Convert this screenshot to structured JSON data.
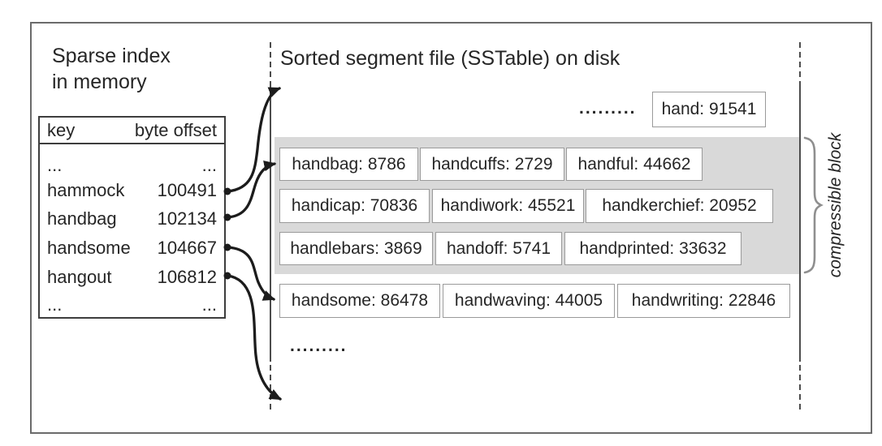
{
  "colors": {
    "text": "#262626",
    "frame_border": "#6b6b6b",
    "table_border": "#3d3d3d",
    "entry_box_border": "#9a9a9a",
    "compressible_block_fill": "#d9d9d9",
    "boundary_line": "#4d4d4d",
    "arrow": "#1c1c1c",
    "brace": "#8f8f8f"
  },
  "index": {
    "title_line1": "Sparse index",
    "title_line2": "in memory",
    "header": {
      "key": "key",
      "offset": "byte offset"
    },
    "rows": [
      {
        "key": "...",
        "offset": "..."
      },
      {
        "key": "hammock",
        "offset": "100491"
      },
      {
        "key": "handbag",
        "offset": "102134"
      },
      {
        "key": "handsome",
        "offset": "104667"
      },
      {
        "key": "hangout",
        "offset": "106812"
      },
      {
        "key": "...",
        "offset": "..."
      }
    ]
  },
  "disk": {
    "title": "Sorted segment file (SSTable) on disk",
    "top_dots": ".........",
    "top_entry": "hand: 91541",
    "block_rows": [
      [
        "handbag: 8786",
        "handcuffs: 2729",
        "handful: 44662"
      ],
      [
        "handicap: 70836",
        "handiwork: 45521",
        "handkerchief: 20952"
      ],
      [
        "handlebars: 3869",
        "handoff: 5741",
        "handprinted: 33632"
      ]
    ],
    "tail_row": [
      "handsome: 86478",
      "handwaving: 44005",
      "handwriting: 22846"
    ],
    "bottom_dots": ".........",
    "brace_label": "compressible block"
  }
}
